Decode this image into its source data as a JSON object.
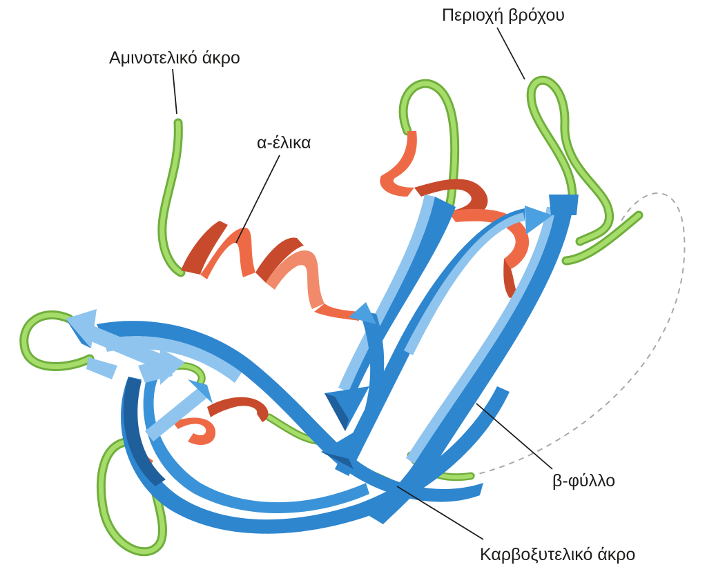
{
  "labels": {
    "amino_terminus": "Αμινοτελικό άκρο",
    "alpha_helix": "α-έλικα",
    "loop_region": "Περιοχή βρόχου",
    "beta_sheet": "β-φύλλο",
    "carboxy_terminus": "Καρβοξυτελικό άκρο"
  },
  "colors": {
    "helix": "#ee6a47",
    "helix_dark": "#c84a2c",
    "loop": "#9ad35b",
    "loop_dark": "#6fae3c",
    "strand": "#2e86cf",
    "strand_light": "#8ec4ee",
    "strand_dark": "#1f5f9c",
    "leader": "#1d1d1b",
    "dashed": "#a8a8a8"
  }
}
